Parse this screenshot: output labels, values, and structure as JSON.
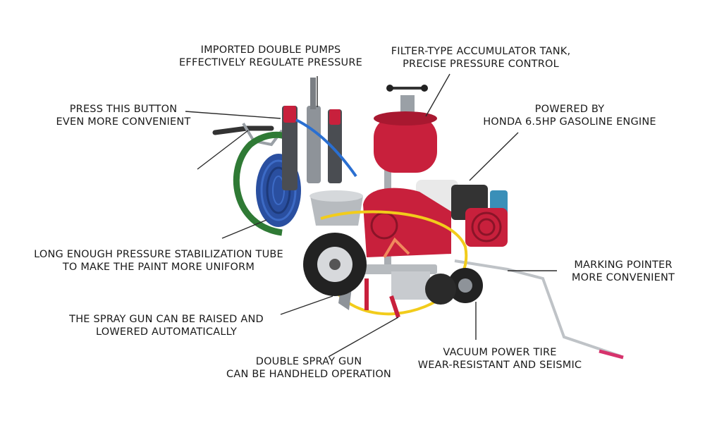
{
  "callouts": {
    "pumps": [
      "IMPORTED DOUBLE PUMPS",
      "EFFECTIVELY REGULATE PRESSURE"
    ],
    "tank": [
      "FILTER-TYPE ACCUMULATOR TANK,",
      "PRECISE PRESSURE CONTROL"
    ],
    "button": [
      "PRESS THIS BUTTON",
      "EVEN MORE CONVENIENT"
    ],
    "engine": [
      "POWERED BY",
      "HONDA 6.5HP GASOLINE ENGINE"
    ],
    "tube": [
      "LONG ENOUGH PRESSURE STABILIZATION TUBE",
      "TO MAKE THE PAINT MORE UNIFORM"
    ],
    "pointer": [
      "MARKING POINTER",
      "MORE CONVENIENT"
    ],
    "gun_lift": [
      "THE SPRAY GUN CAN BE RAISED AND",
      "LOWERED AUTOMATICALLY"
    ],
    "tire": [
      "VACUUM POWER TIRE",
      "WEAR-RESISTANT AND SEISMIC"
    ],
    "double_gun": [
      "DOUBLE SPRAY GUN",
      "CAN BE HANDHELD OPERATION"
    ]
  },
  "colors": {
    "machine_red": "#c8203c",
    "hose_blue": "#2a4fa0",
    "hose_green": "#2f7a35",
    "frame_gray": "#a9adb2",
    "engine_white": "#e9e9e9",
    "tire_black": "#222222",
    "leader_line": "#2b2b2b",
    "yellow_hose": "#f2cc1b"
  }
}
